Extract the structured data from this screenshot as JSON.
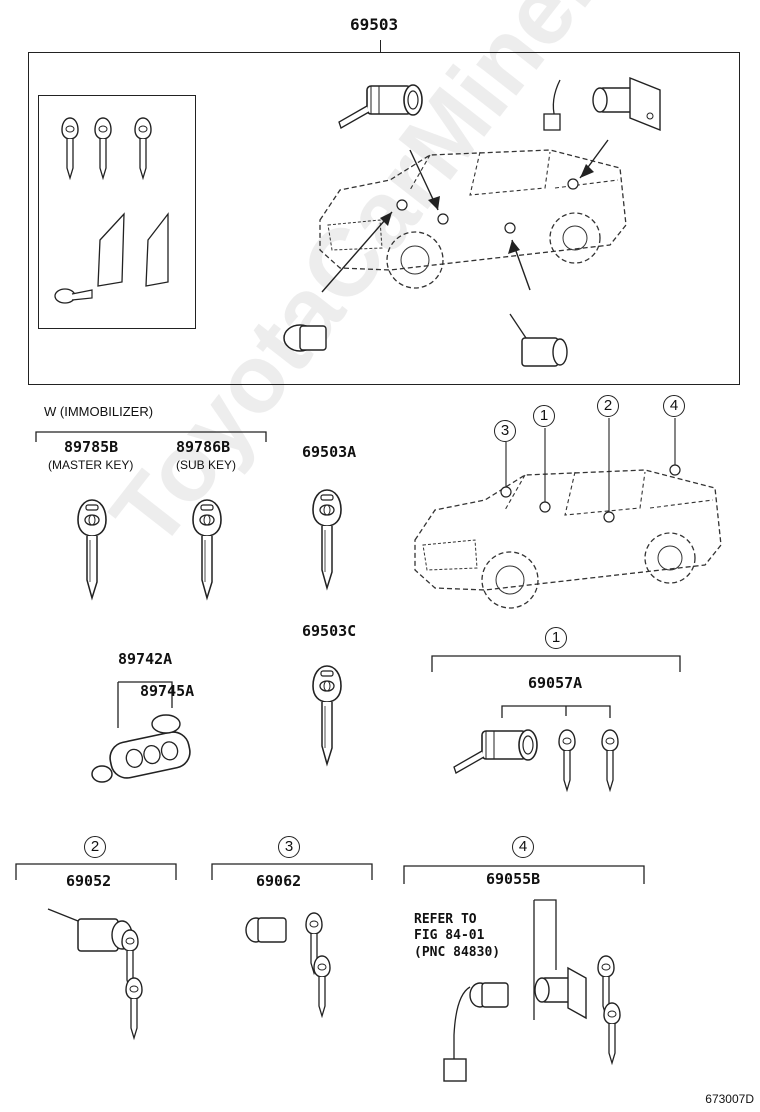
{
  "watermark": "ToyotaCarMine.ru",
  "main_assembly": {
    "part_no": "69503"
  },
  "immobilizer": {
    "label": "W (IMMOBILIZER)"
  },
  "keys": {
    "master": {
      "part_no": "89785B",
      "desc": "(MASTER KEY)"
    },
    "sub": {
      "part_no": "89786B",
      "desc": "(SUB KEY)"
    },
    "key_a": {
      "part_no": "69503A"
    },
    "key_c": {
      "part_no": "69503C"
    },
    "transmitter": {
      "part_no": "89742A"
    },
    "battery": {
      "part_no": "89745A"
    }
  },
  "callouts": [
    "1",
    "2",
    "3",
    "4"
  ],
  "groups": {
    "g1": {
      "callout": "1",
      "part_no": "69057A"
    },
    "g2": {
      "callout": "2",
      "part_no": "69052"
    },
    "g3": {
      "callout": "3",
      "part_no": "69062"
    },
    "g4": {
      "callout": "4",
      "part_no": "69055B"
    }
  },
  "refer_note": "REFER TO\nFIG 84-01\n(PNC 84830)",
  "figure_id": "673007D"
}
